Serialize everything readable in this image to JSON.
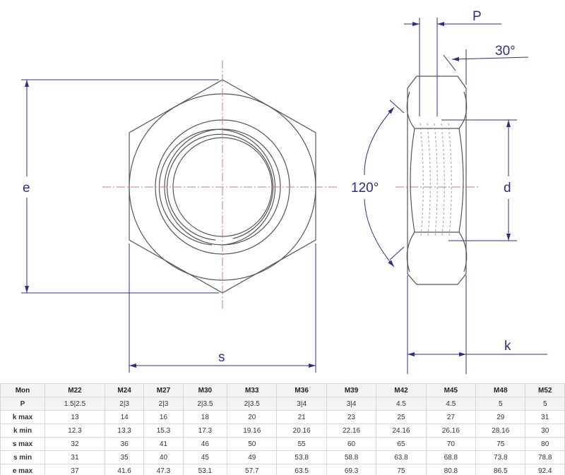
{
  "drawing": {
    "labels": {
      "e": "e",
      "s": "s",
      "P": "P",
      "angle_chamfer": "30°",
      "angle_hex": "120°",
      "d": "d",
      "k": "k"
    },
    "line_color": "#2a2f8a",
    "centerline_color": "#d0709a"
  },
  "table": {
    "header": [
      "Mon",
      "M22",
      "M24",
      "M27",
      "M30",
      "M33",
      "M36",
      "M39",
      "M42",
      "M45",
      "M48",
      "M52"
    ],
    "rows": [
      [
        "P",
        "1.5|2.5",
        "2|3",
        "2|3",
        "2|3.5",
        "2|3.5",
        "3|4",
        "3|4",
        "4.5",
        "4.5",
        "5",
        "5"
      ],
      [
        "k max",
        "13",
        "14",
        "16",
        "18",
        "20",
        "21",
        "23",
        "25",
        "27",
        "29",
        "31"
      ],
      [
        "k min",
        "12.3",
        "13.3",
        "15.3",
        "17.3",
        "19.16",
        "20.16",
        "22.16",
        "24.16",
        "26.16",
        "28.16",
        "30"
      ],
      [
        "s max",
        "32",
        "36",
        "41",
        "46",
        "50",
        "55",
        "60",
        "65",
        "70",
        "75",
        "80"
      ],
      [
        "s min",
        "31",
        "35",
        "40",
        "45",
        "49",
        "53.8",
        "58.8",
        "63.8",
        "68.8",
        "73.8",
        "78.8"
      ],
      [
        "e max",
        "37",
        "41.6",
        "47.3",
        "53.1",
        "57.7",
        "63.5",
        "69.3",
        "75",
        "80.8",
        "86.5",
        "92.4"
      ]
    ]
  }
}
